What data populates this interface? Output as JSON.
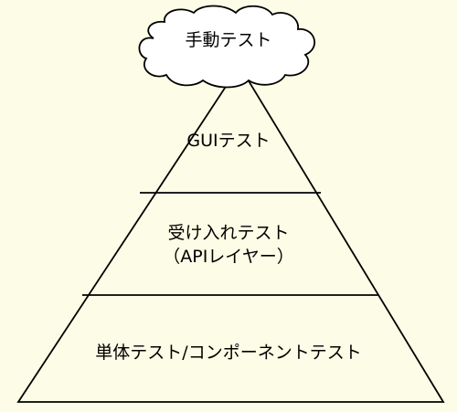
{
  "colors": {
    "background": "#fdfce6",
    "line": "#000000",
    "cloud_fill": "#ffffff"
  },
  "pyramid": {
    "top": {
      "label": "手動テスト",
      "shape": "cloud"
    },
    "tiers": [
      {
        "lines": [
          "GUIテスト"
        ]
      },
      {
        "lines": [
          "受け入れテスト",
          "（APIレイヤー）"
        ]
      },
      {
        "lines": [
          "単体テスト/コンポーネントテスト"
        ]
      }
    ]
  }
}
